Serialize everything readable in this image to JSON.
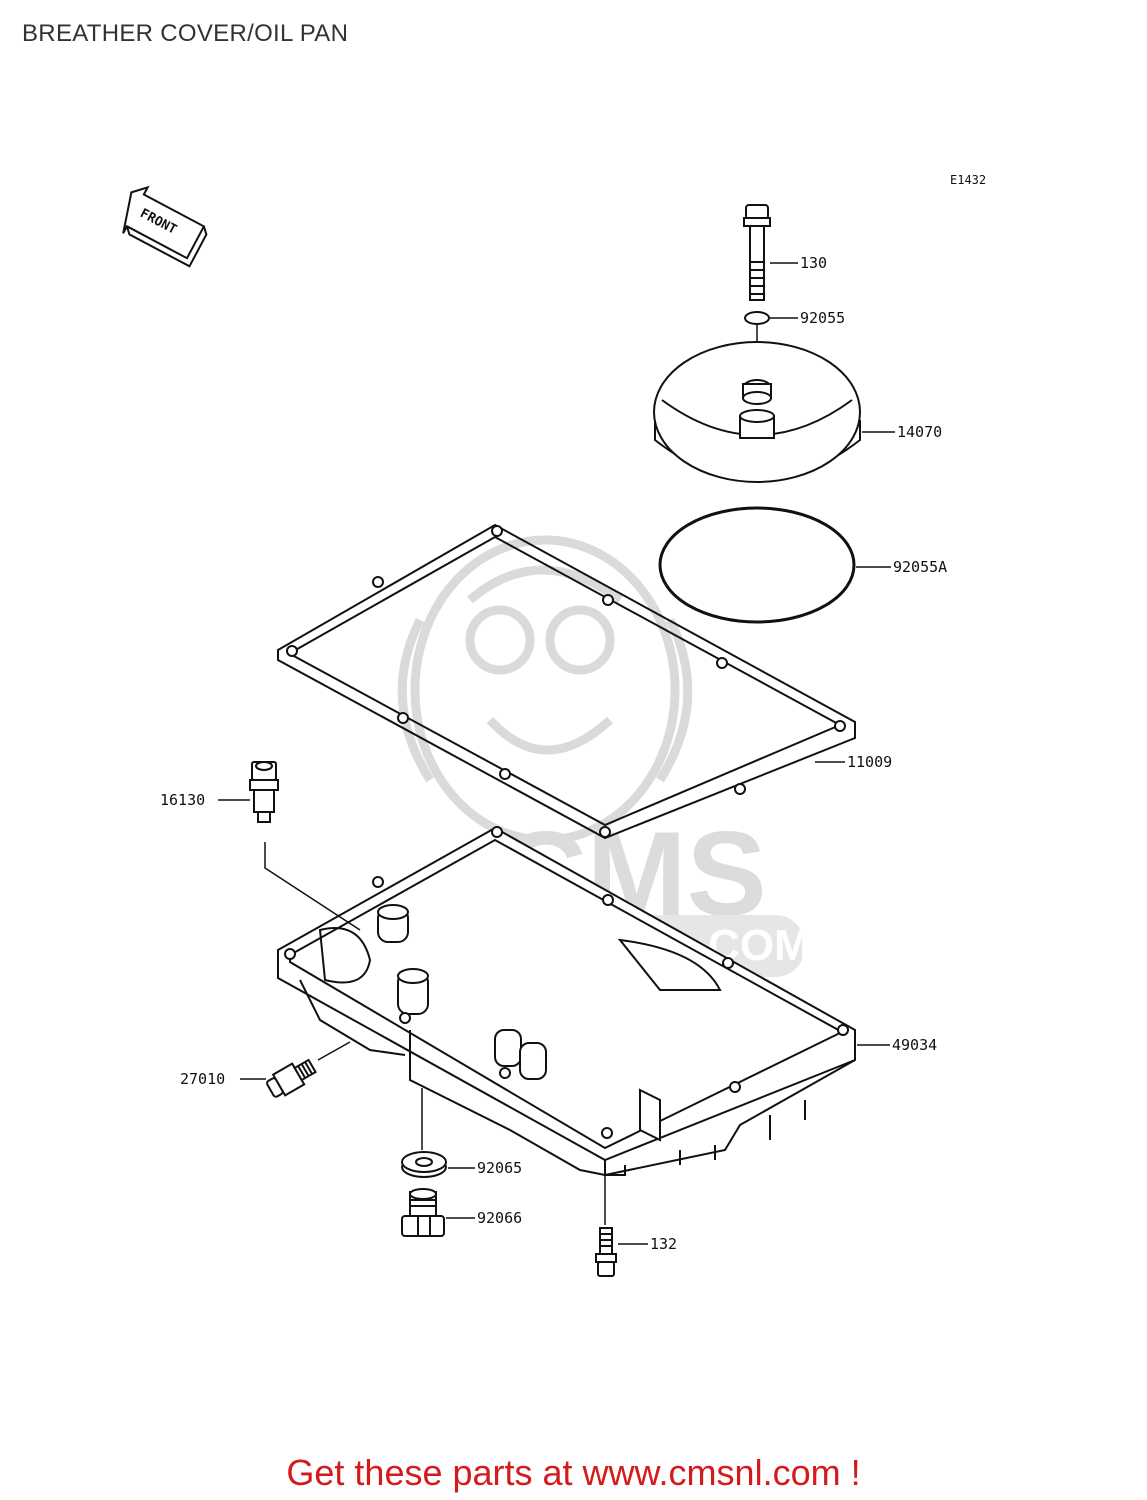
{
  "title": "BREATHER COVER/OIL PAN",
  "diagram_code": "E1432",
  "front_label": "FRONT",
  "watermark": {
    "brand": "CMS",
    "url": "WWW.CMSNL.COM"
  },
  "parts": {
    "p130": "130",
    "p92055": "92055",
    "p14070": "14070",
    "p92055A": "92055A",
    "p11009": "11009",
    "p16130": "16130",
    "p49034": "49034",
    "p27010": "27010",
    "p92065": "92065",
    "p92066": "92066",
    "p132": "132"
  },
  "footer": {
    "text": "Get these parts at www.cmsnl.com !",
    "color": "#d41a1a"
  }
}
